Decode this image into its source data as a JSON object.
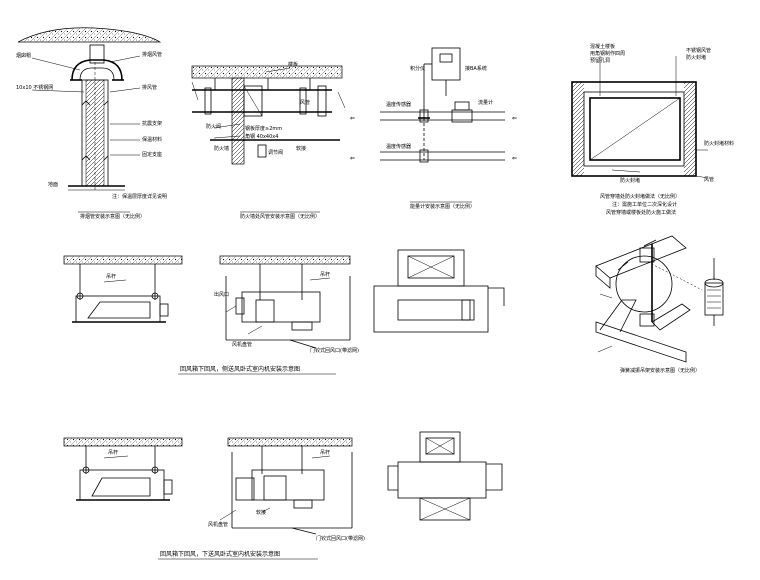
{
  "drawing_1": {
    "labels": {
      "cap": "烟囱帽",
      "rope": "10x10 不锈钢网",
      "duct_a": "排烟风管",
      "duct_b": "抗震支架",
      "pipe": "排风管",
      "insul": "保温材料",
      "fixing": "固定支座",
      "ground": "地面",
      "note": "注：保温层厚度详见说明"
    },
    "caption": "排烟管安装示意图（无比例）"
  },
  "drawing_2": {
    "labels": {
      "ceiling": "楼板",
      "main_duct": "风管",
      "fire_valve": "防火阀",
      "damper": "调节阀",
      "spec_1": "钢板厚度≥2mm",
      "spec_2": "角钢 40x40x4",
      "wall": "防火墙",
      "flex": "软接"
    },
    "caption": "防火墙处风管安装示意图（无比例）"
  },
  "drawing_3": {
    "labels": {
      "controller": "积分仪",
      "bas": "接BA系统",
      "flow_meter": "流量计",
      "sensor_top": "温度传感器",
      "sensor_bottom": "温度传感器"
    },
    "caption": "能量计安装示意图（无比例）"
  },
  "drawing_4": {
    "labels": {
      "a": "混凝土楼板",
      "b": "用角钢制作四周",
      "c": "预留孔洞",
      "d": "不锈钢风管",
      "e": "防火封堵",
      "f": "防火封堵材料",
      "g": "风管"
    },
    "caption_1": "风管穿墙处防火封堵做法（无比例）",
    "caption_2": "注：需施工单位二次深化设计",
    "caption_3": "风管穿墙或楼板处防火施工做法"
  },
  "drawing_5": {
    "labels": {
      "hanger_1": "吊杆",
      "hanger_2": "吊杆",
      "outlet": "出风口",
      "coil": "风机盘管",
      "return": "门铰式回风口(带滤网)"
    },
    "caption": "回风箱下回风，侧送风卧式室内机安装示意图"
  },
  "drawing_6": {
    "labels": {
      "hanger_1": "吊杆",
      "hanger_2": "吊杆",
      "coil": "风机盘管",
      "flex": "软接",
      "return": "门铰式回风口(带滤网)"
    },
    "caption": "回风箱下回风，下送风卧式室内机安装示意图"
  },
  "drawing_7": {
    "caption": "弹簧减振吊架安装示意图（无比例）"
  }
}
